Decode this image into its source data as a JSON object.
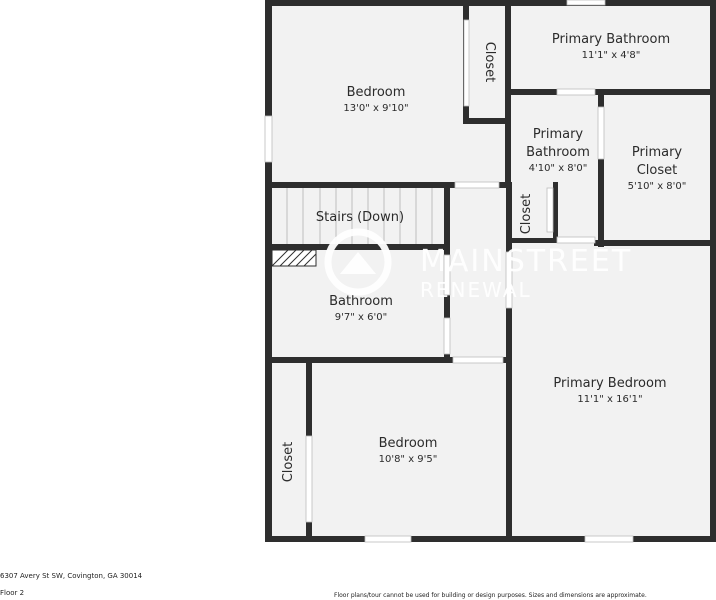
{
  "rooms": {
    "bedroom_top": {
      "name": "Bedroom",
      "dim": "13'0\" x 9'10\""
    },
    "closet_top": {
      "name": "Closet"
    },
    "primary_bath_top": {
      "name": "Primary Bathroom",
      "dim": "11'1\" x 4'8\""
    },
    "primary_bath_mid": {
      "name_line1": "Primary",
      "name_line2": "Bathroom",
      "dim": "4'10\" x 8'0\""
    },
    "primary_closet": {
      "name_line1": "Primary",
      "name_line2": "Closet",
      "dim": "5'10\" x 8'0\""
    },
    "stairs": {
      "name": "Stairs (Down)"
    },
    "closet_mid": {
      "name": "Closet"
    },
    "bathroom": {
      "name": "Bathroom",
      "dim": "9'7\" x 6'0\""
    },
    "primary_bedroom": {
      "name": "Primary Bedroom",
      "dim": "11'1\" x 16'1\""
    },
    "bedroom_bottom": {
      "name": "Bedroom",
      "dim": "10'8\" x 9'5\""
    },
    "closet_left": {
      "name": "Closet"
    }
  },
  "watermark": {
    "line1": "MAINSTREET",
    "line2": "RENEWAL"
  },
  "footer": {
    "address": "6307 Avery St SW, Covington, GA 30014",
    "floor": "Floor 2",
    "disclaimer": "Floor plans/tour cannot be used for building or design purposes. Sizes and dimensions are approximate."
  },
  "colors": {
    "wall": "#2e2e2e",
    "floor": "#f2f2f2",
    "window": "#ffffff",
    "watermark": "#ffffff"
  }
}
